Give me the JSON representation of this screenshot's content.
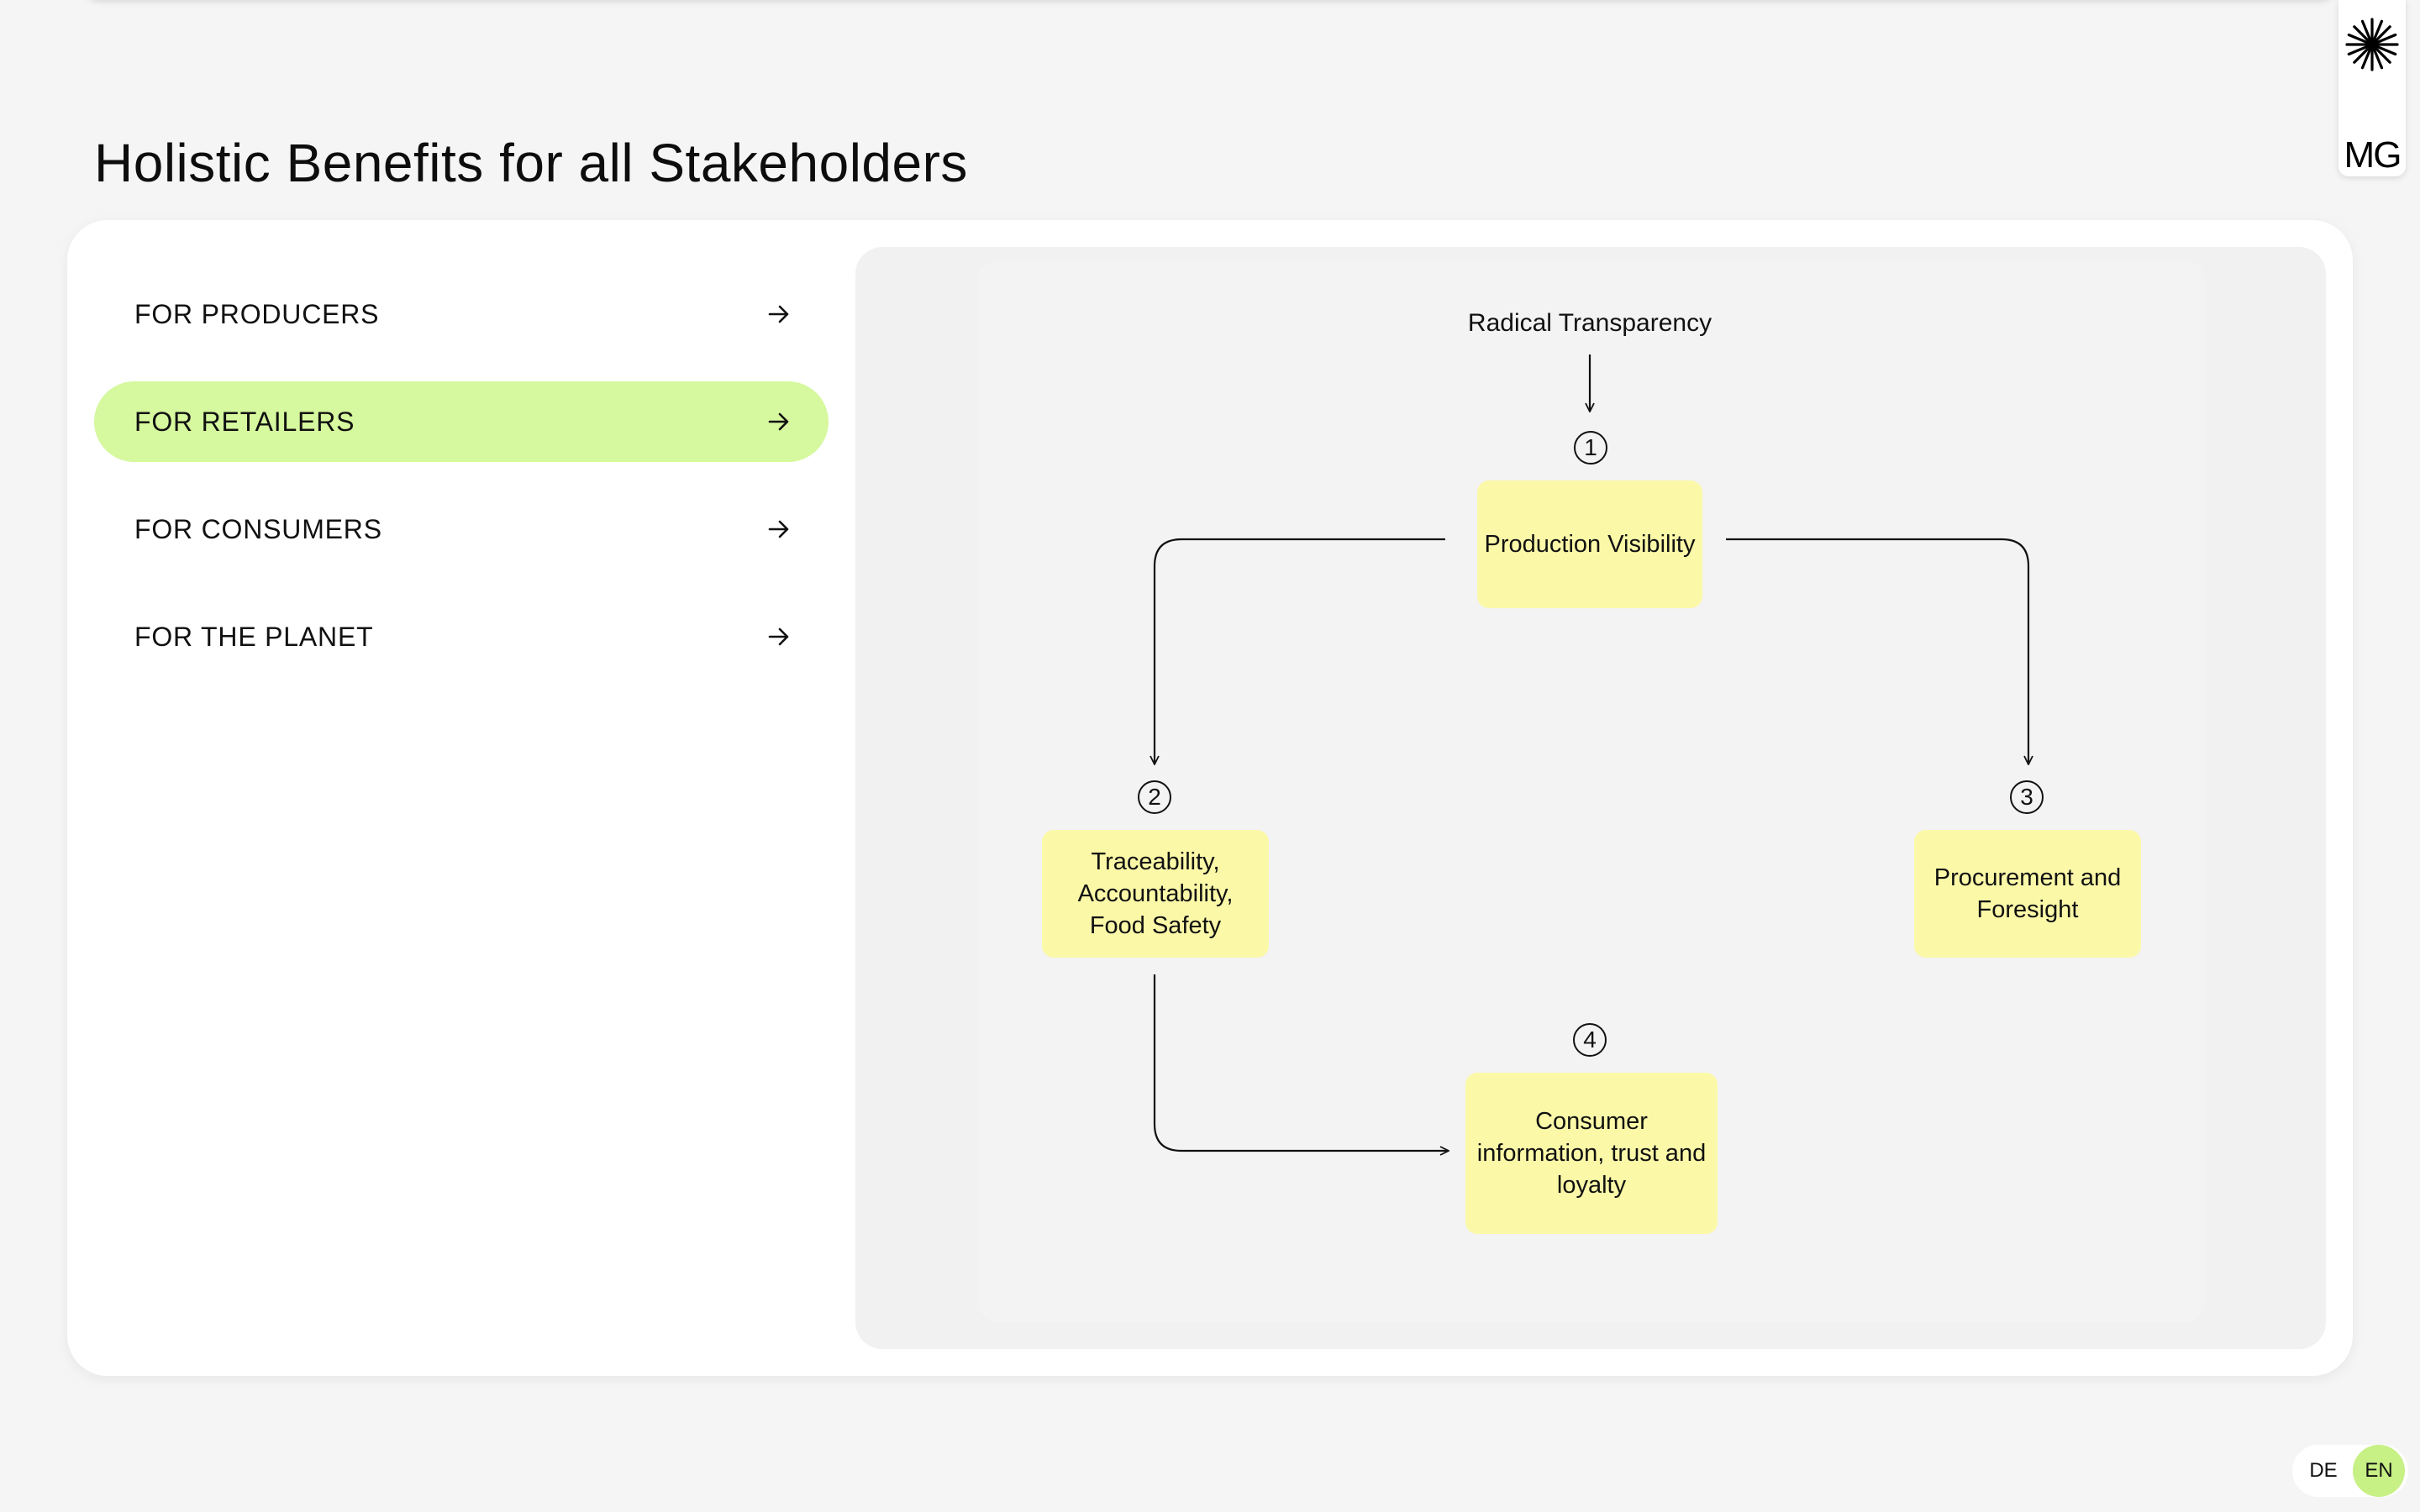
{
  "brand": {
    "monogram": "MG",
    "logo_icon": "starburst-icon"
  },
  "page": {
    "title": "Holistic Benefits for all Stakeholders"
  },
  "menu": {
    "items": [
      {
        "label": "FOR PRODUCERS",
        "icon": "arrow-right-icon",
        "active": false
      },
      {
        "label": "FOR RETAILERS",
        "icon": "arrow-right-icon",
        "active": true
      },
      {
        "label": "FOR CONSUMERS",
        "icon": "arrow-right-icon",
        "active": false
      },
      {
        "label": "FOR THE PLANET",
        "icon": "arrow-right-icon",
        "active": false
      }
    ],
    "active_color": "#d6f89e"
  },
  "diagram": {
    "top_label": "Radical Transparency",
    "node_color": "#fbf9a8",
    "nodes": [
      {
        "number": "1",
        "label": "Production Visibility"
      },
      {
        "number": "2",
        "label": "Traceability, Accountability, Food Safety"
      },
      {
        "number": "3",
        "label": "Procurement and Foresight"
      },
      {
        "number": "4",
        "label": "Consumer information, trust and loyalty"
      }
    ]
  },
  "language": {
    "options": [
      "DE",
      "EN"
    ],
    "selected": "EN",
    "selected_color": "#c7f085"
  }
}
